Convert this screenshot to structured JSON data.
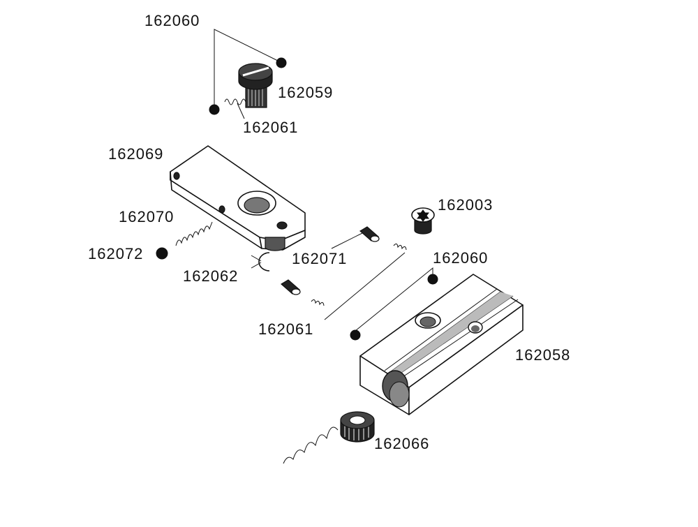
{
  "diagram": {
    "labels": {
      "p162060_top": "162060",
      "p162059": "162059",
      "p162061_top": "162061",
      "p162069": "162069",
      "p162070": "162070",
      "p162072": "162072",
      "p162062": "162062",
      "p162071": "162071",
      "p162003": "162003",
      "p162060_mid": "162060",
      "p162061_mid": "162061",
      "p162058": "162058",
      "p162066": "162066"
    },
    "colors": {
      "ink": "#111111",
      "background": "#ffffff"
    }
  }
}
